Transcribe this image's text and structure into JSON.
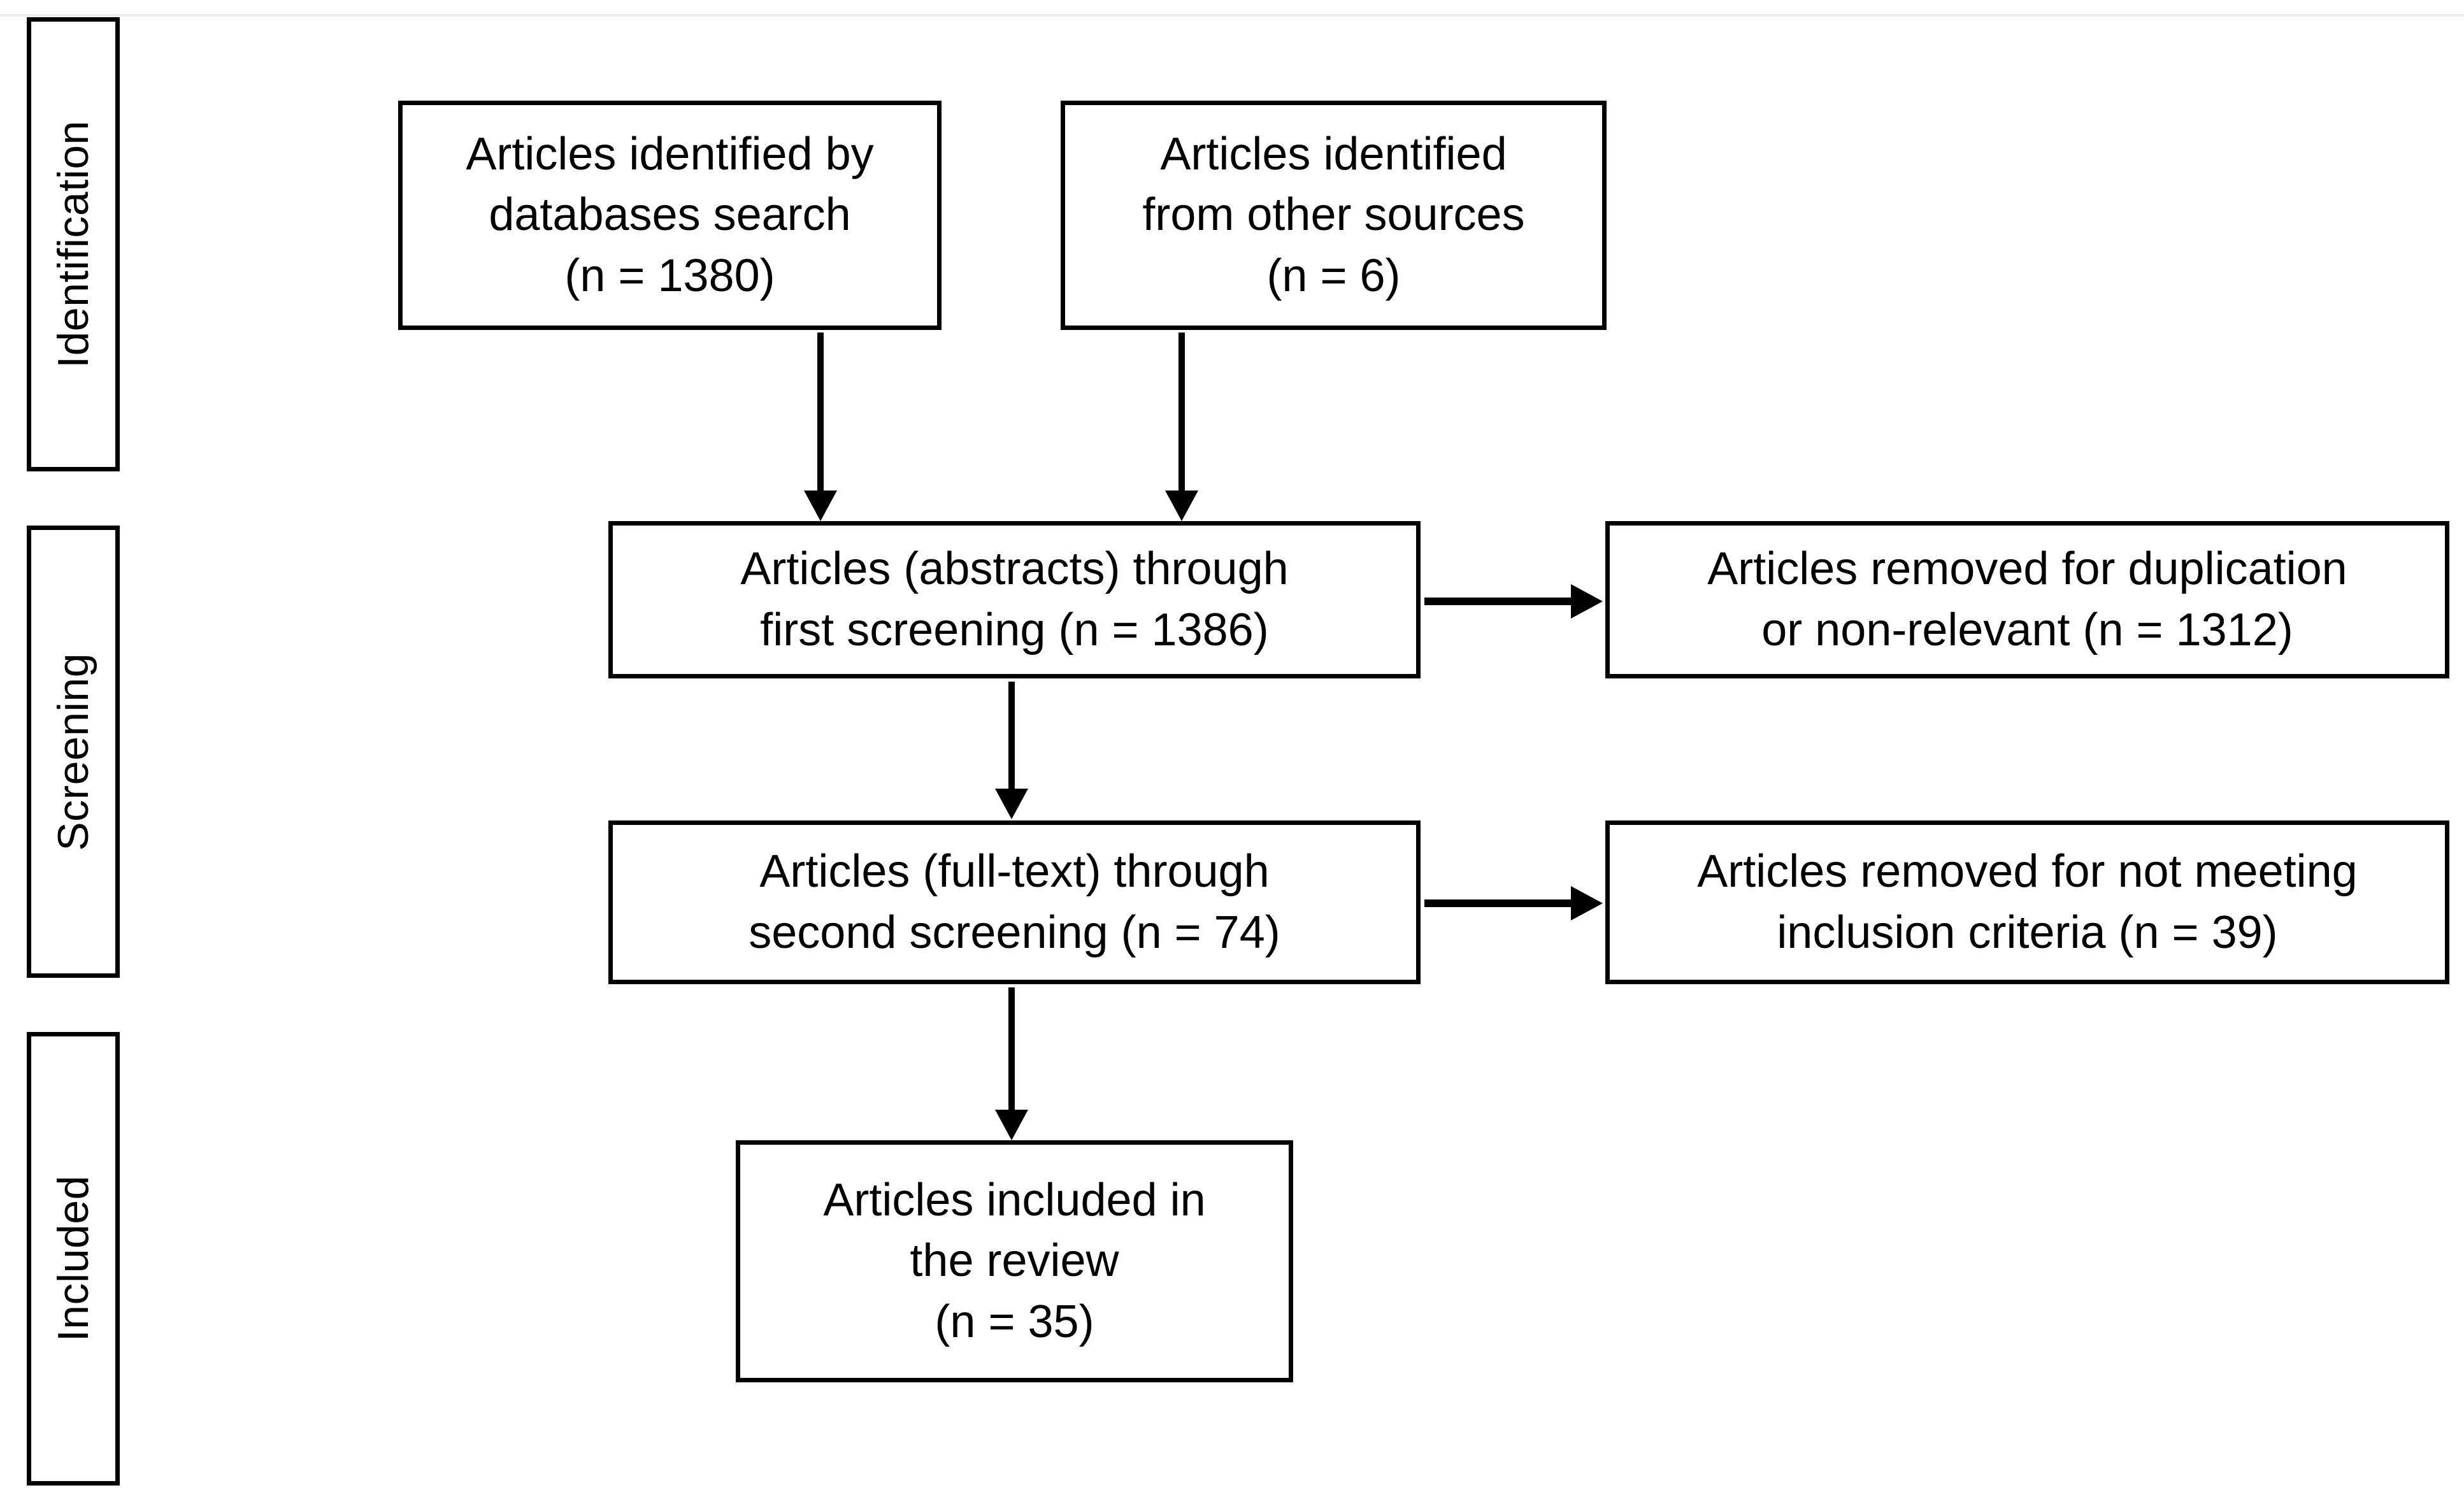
{
  "diagram": {
    "type": "prisma-flow-diagram",
    "stages": [
      {
        "id": "identification",
        "label": "Identification"
      },
      {
        "id": "screening",
        "label": "Screening"
      },
      {
        "id": "included",
        "label": "Included"
      }
    ],
    "nodes": [
      {
        "id": "db-search",
        "stage": "identification",
        "lines": [
          "Articles identified by",
          "databases search",
          "(n = 1380)"
        ],
        "count": 1380
      },
      {
        "id": "other-sources",
        "stage": "identification",
        "lines": [
          "Articles identified",
          "from other sources",
          "(n = 6)"
        ],
        "count": 6
      },
      {
        "id": "first-screen",
        "stage": "screening",
        "lines": [
          "Articles (abstracts) through",
          "first screening (n = 1386)"
        ],
        "count": 1386
      },
      {
        "id": "removed-duplication",
        "stage": "screening",
        "lines": [
          "Articles removed for duplication",
          "or non-relevant (n = 1312)"
        ],
        "count": 1312
      },
      {
        "id": "second-screen",
        "stage": "screening",
        "lines": [
          "Articles (full-text) through",
          "second screening (n = 74)"
        ],
        "count": 74
      },
      {
        "id": "removed-criteria",
        "stage": "screening",
        "lines": [
          "Articles removed for not meeting",
          "inclusion criteria (n = 39)"
        ],
        "count": 39
      },
      {
        "id": "included",
        "stage": "included",
        "lines": [
          "Articles included in",
          "the review",
          "(n = 35)"
        ],
        "count": 35
      }
    ],
    "edges": [
      {
        "id": "db-to-first",
        "from": "db-search",
        "to": "first-screen",
        "direction": "down"
      },
      {
        "id": "other-to-first",
        "from": "other-sources",
        "to": "first-screen",
        "direction": "down"
      },
      {
        "id": "first-to-second",
        "from": "first-screen",
        "to": "second-screen",
        "direction": "down"
      },
      {
        "id": "first-to-removed",
        "from": "first-screen",
        "to": "removed-duplication",
        "direction": "right"
      },
      {
        "id": "second-to-included",
        "from": "second-screen",
        "to": "included",
        "direction": "down"
      },
      {
        "id": "second-to-removed",
        "from": "second-screen",
        "to": "removed-criteria",
        "direction": "right"
      }
    ],
    "colors": {
      "background": "#ffffff",
      "stroke": "#000000",
      "text": "#000000",
      "top_rule": "#ececec"
    }
  }
}
